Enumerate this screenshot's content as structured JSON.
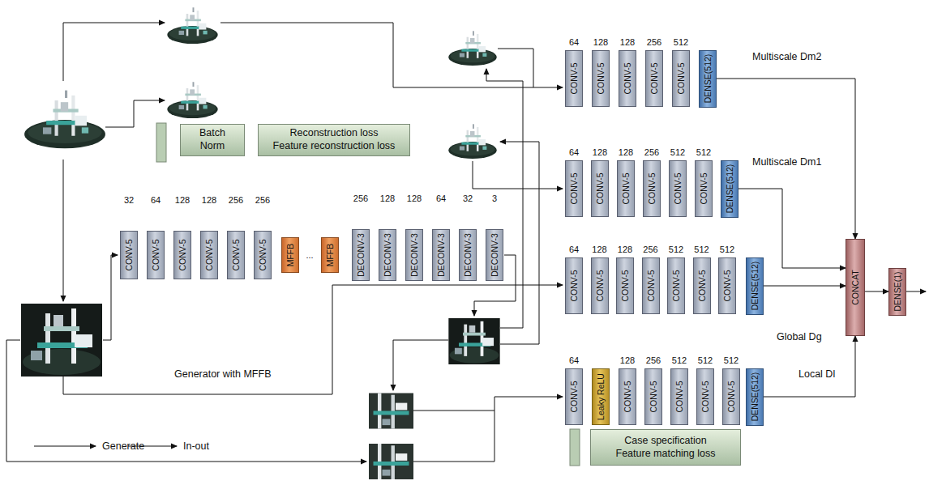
{
  "diagram": {
    "nodes": [
      {
        "text": [
          "Batch Norm"
        ]
      },
      {
        "text": [
          "Reconstruction loss",
          "Feature reconstruction loss"
        ]
      },
      {
        "text": [
          "CONV-5"
        ]
      },
      {
        "text": [
          "CONV-5"
        ]
      },
      {
        "text": [
          "CONV-5"
        ]
      },
      {
        "text": [
          "CONV-5"
        ]
      },
      {
        "text": [
          "CONV-5"
        ]
      },
      {
        "text": [
          "CONV-5"
        ]
      },
      {
        "text": [
          "MFFB"
        ]
      },
      {
        "text": [
          "MFFB"
        ]
      },
      {
        "text": [
          "DECONV-3"
        ]
      },
      {
        "text": [
          "DECONV-3"
        ]
      },
      {
        "text": [
          "DECONV-3"
        ]
      },
      {
        "text": [
          "DECONV-3"
        ]
      },
      {
        "text": [
          "DECONV-3"
        ]
      },
      {
        "text": [
          "DECONV-3"
        ]
      },
      {
        "text": [
          "CONV-5"
        ]
      },
      {
        "text": [
          "CONV-5"
        ]
      },
      {
        "text": [
          "CONV-5"
        ]
      },
      {
        "text": [
          "CONV-5"
        ]
      },
      {
        "text": [
          "CONV-5"
        ]
      },
      {
        "text": [
          "DENSE(512)"
        ]
      },
      {
        "text": [
          "CONV-5"
        ]
      },
      {
        "text": [
          "CONV-5"
        ]
      },
      {
        "text": [
          "CONV-5"
        ]
      },
      {
        "text": [
          "CONV-5"
        ]
      },
      {
        "text": [
          "CONV-5"
        ]
      },
      {
        "text": [
          "CONV-5"
        ]
      },
      {
        "text": [
          "DENSE(512)"
        ]
      },
      {
        "text": [
          "CONV-5"
        ]
      },
      {
        "text": [
          "CONV-5"
        ]
      },
      {
        "text": [
          "CONV-5"
        ]
      },
      {
        "text": [
          "CONV-5"
        ]
      },
      {
        "text": [
          "CONV-5"
        ]
      },
      {
        "text": [
          "CONV-5"
        ]
      },
      {
        "text": [
          "CONV-5"
        ]
      },
      {
        "text": [
          "DENSE(512)"
        ]
      },
      {
        "text": [
          "CONV-5"
        ]
      },
      {
        "text": [
          "Leaky ReLU"
        ]
      },
      {
        "text": [
          "CONV-5"
        ]
      },
      {
        "text": [
          "CONV-5"
        ]
      },
      {
        "text": [
          "CONV-5"
        ]
      },
      {
        "text": [
          "CONV-5"
        ]
      },
      {
        "text": [
          "CONV-5"
        ]
      },
      {
        "text": [
          "DENSE(512)"
        ]
      },
      {
        "text": [
          "CONCAT"
        ]
      },
      {
        "text": [
          "DENSE(1)"
        ]
      },
      {
        "text": [
          "Case specification",
          "Feature matching loss"
        ]
      }
    ],
    "edges": [
      {
        "from": 21,
        "to": 45,
        "arrow": "to"
      },
      {
        "from": 28,
        "to": 45,
        "arrow": "to"
      },
      {
        "from": 36,
        "to": 45,
        "arrow": "to"
      },
      {
        "from": 44,
        "to": 45,
        "arrow": "to"
      },
      {
        "from": 45,
        "to": 46,
        "arrow": "to"
      }
    ],
    "labels": [
      "32",
      "64",
      "128",
      "128",
      "256",
      "256",
      "...",
      "256",
      "128",
      "128",
      "64",
      "32",
      "3",
      "64",
      "128",
      "128",
      "256",
      "512",
      "Multiscale Dm2",
      "64",
      "128",
      "128",
      "256",
      "512",
      "512",
      "Multiscale Dm1",
      "64",
      "128",
      "128",
      "256",
      "512",
      "512",
      "512",
      "Global Dg",
      "64",
      "128",
      "256",
      "512",
      "512",
      "512",
      "Local Dl",
      "Generator with MFFB"
    ],
    "legend": [
      {
        "text": "Generate"
      },
      {
        "text": "In-out"
      }
    ]
  }
}
